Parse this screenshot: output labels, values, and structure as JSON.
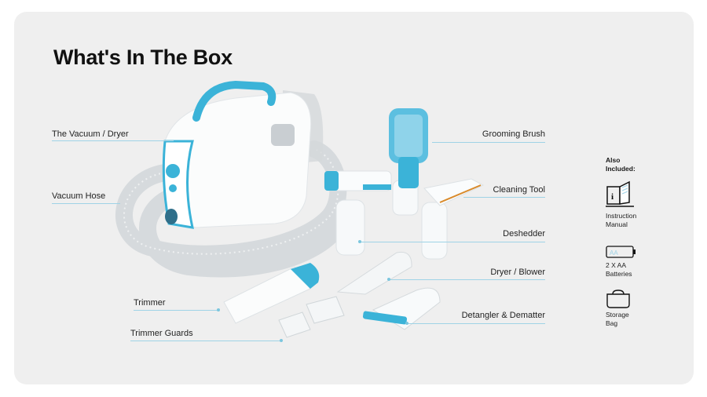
{
  "title": "What's In The Box",
  "callouts": {
    "vacuum_dryer": "The Vacuum / Dryer",
    "vacuum_hose": "Vacuum Hose",
    "trimmer": "Trimmer",
    "trimmer_guards": "Trimmer Guards",
    "grooming_brush": "Grooming Brush",
    "cleaning_tool": "Cleaning Tool",
    "deshedder": "Deshedder",
    "dryer_blower": "Dryer / Blower",
    "detangler": "Detangler & Dematter"
  },
  "also_included": {
    "heading_line1": "Also",
    "heading_line2": "Included:",
    "items": [
      {
        "icon": "instruction-manual-icon",
        "line1": "Instruction",
        "line2": "Manual"
      },
      {
        "icon": "battery-icon",
        "line1": "2 X AA",
        "line2": "Batteries",
        "battery_text": "AA"
      },
      {
        "icon": "storage-bag-icon",
        "line1": "Storage",
        "line2": "Bag"
      }
    ]
  },
  "colors": {
    "accent": "#3bb3d8",
    "background": "#efefef",
    "line": "#9fd3e6"
  }
}
